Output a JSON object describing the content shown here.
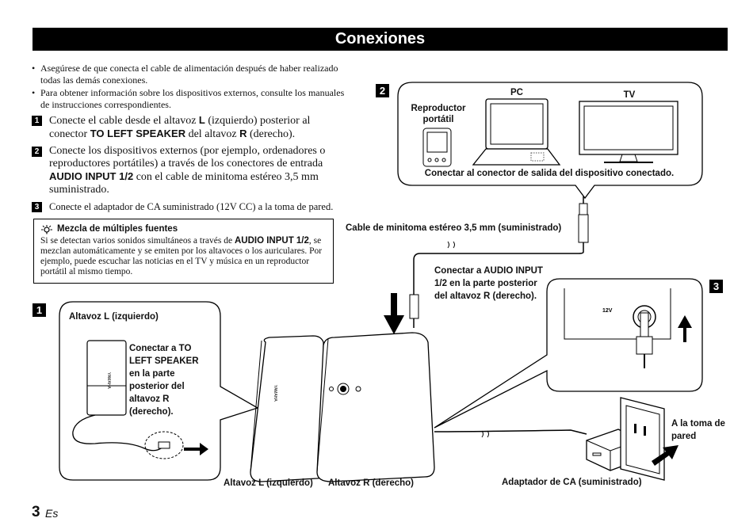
{
  "title": "Conexiones",
  "notes": [
    "Asegúrese de que conecta el cable de alimentación después de haber realizado todas las demás conexiones.",
    "Para obtener información sobre los dispositivos externos, consulte los manuales de instrucciones correspondientes."
  ],
  "steps": [
    {
      "num": "1",
      "t1": "Conecte el cable desde el altavoz ",
      "b1": "L",
      "t2": " (izquierdo) posterior al conector ",
      "b2": "TO LEFT SPEAKER",
      "t3": " del altavoz ",
      "b3": "R",
      "t4": " (derecho)."
    },
    {
      "num": "2",
      "t1": "Conecte los dispositivos externos (por ejemplo, ordenadores o reproductores portátiles) a través de los conectores de entrada ",
      "b1": "AUDIO INPUT 1/2",
      "t2": " con el cable de minitoma estéreo 3,5 mm suministrado."
    },
    {
      "num": "3",
      "text": "Conecte el adaptador de CA suministrado (12V CC) a la toma de pared."
    }
  ],
  "mix": {
    "title": "Mezcla de múltiples fuentes",
    "t1": "Si se detectan varios sonidos simultáneos a través de ",
    "b1": "AUDIO INPUT 1/2",
    "t2": ", se mezclan automáticamente y se emiten por los altavoces o los auriculares. Por ejemplo, puede escuchar las noticias en el TV y música en un reproductor portátil al mismo tiempo."
  },
  "diagram": {
    "badge1": "1",
    "badge2": "2",
    "badge3": "3",
    "label_player": "Reproductor portátil",
    "label_pc": "PC",
    "label_tv": "TV",
    "label_connect_output": "Conectar al conector de salida del dispositivo conectado.",
    "label_cable": "Cable de minitoma estéreo 3,5 mm (suministrado)",
    "label_connect_audio_input": "Conectar a AUDIO INPUT 1/2 en la parte posterior del altavoz R (derecho).",
    "label_left_speaker_box": "Altavoz L (izquierdo)",
    "label_connect_left": "Conectar a TO LEFT SPEAKER en la parte posterior del altavoz R (derecho).",
    "label_left_speaker": "Altavoz L (izquierdo)",
    "label_right_speaker": "Altavoz R (derecho)",
    "label_adapter": "Adaptador de CA (suministrado)",
    "label_wall": "A la toma de pared",
    "jack_12v": "12V",
    "brand": "YAMAHA"
  },
  "footer": {
    "page": "3",
    "lang": "Es"
  }
}
